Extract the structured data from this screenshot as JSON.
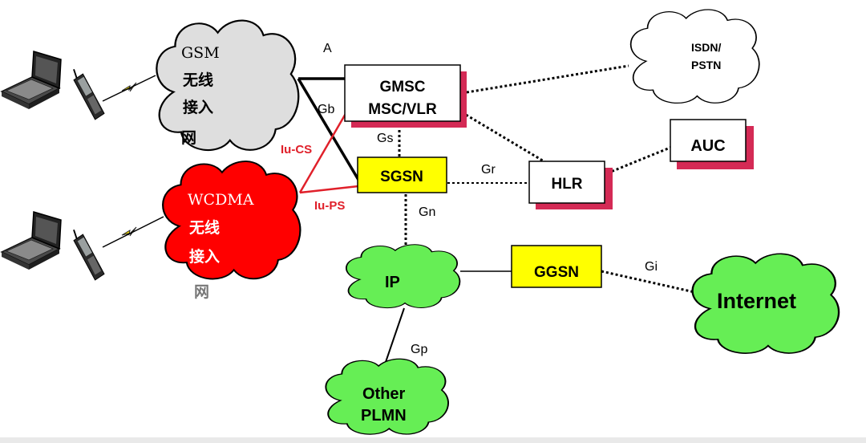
{
  "nodes": {
    "gsm": {
      "name": "GSM",
      "lines": [
        "无线",
        "接入",
        "网"
      ]
    },
    "wcdma": {
      "name": "WCDMA",
      "lines": [
        "无线",
        "接入",
        "网"
      ]
    },
    "isdn": {
      "line1": "ISDN/",
      "line2": "PSTN"
    },
    "gmsc": {
      "line1": "GMSC",
      "line2": "MSC/VLR"
    },
    "auc": {
      "label": "AUC"
    },
    "sgsn": {
      "label": "SGSN"
    },
    "hlr": {
      "label": "HLR"
    },
    "ip": {
      "label": "IP"
    },
    "ggsn": {
      "label": "GGSN"
    },
    "internet": {
      "label": "Internet"
    },
    "other_plmn": {
      "line1": "Other",
      "line2": "PLMN"
    }
  },
  "interfaces": {
    "a": "A",
    "gb": "Gb",
    "gs": "Gs",
    "iu_cs": "Iu-CS",
    "iu_ps": "Iu-PS",
    "gr": "Gr",
    "gn": "Gn",
    "gi": "Gi",
    "gp": "Gp"
  },
  "colors": {
    "gsm_cloud": "#dedede",
    "wcdma_cloud": "#ff0000",
    "green_cloud": "#66ee55",
    "sgsn_fill": "#ffff00",
    "ggsn_fill": "#ffff00",
    "shadow": "#d42a55",
    "red_link": "#e0202a"
  }
}
